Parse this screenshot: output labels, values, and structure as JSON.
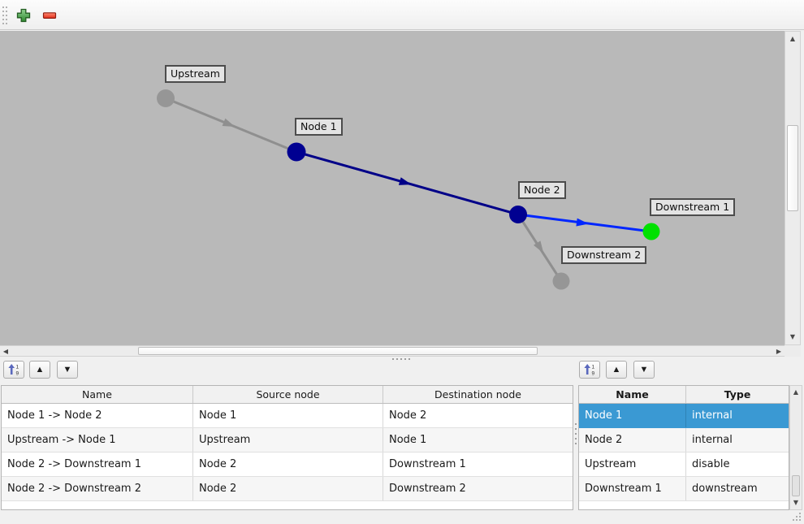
{
  "toolbar": {
    "add_icon": "plus",
    "remove_icon": "minus"
  },
  "icons": {
    "up_arrow": "▲",
    "down_arrow": "▼",
    "left_arrow": "◀",
    "right_arrow": "▶",
    "sort_top_digit": "1",
    "sort_bottom_digit": "9"
  },
  "graph": {
    "background": "#b9b9b9",
    "nodes": [
      {
        "label": "Upstream",
        "color": "#969696"
      },
      {
        "label": "Node 1",
        "color": "#000091"
      },
      {
        "label": "Node 2",
        "color": "#000091"
      },
      {
        "label": "Downstream 1",
        "color": "#00e100"
      },
      {
        "label": "Downstream 2",
        "color": "#969696"
      }
    ],
    "edges": [
      {
        "from": "Upstream",
        "to": "Node 1",
        "color": "#8f8f8f"
      },
      {
        "from": "Node 1",
        "to": "Node 2",
        "color": "#000088"
      },
      {
        "from": "Node 2",
        "to": "Downstream 1",
        "color": "#0026ff"
      },
      {
        "from": "Node 2",
        "to": "Downstream 2",
        "color": "#8f8f8f"
      }
    ]
  },
  "edges_table": {
    "headers": [
      "Name",
      "Source node",
      "Destination node"
    ],
    "rows": [
      {
        "name": "Node 1 -> Node 2",
        "source": "Node 1",
        "destination": "Node 2"
      },
      {
        "name": "Upstream -> Node 1",
        "source": "Upstream",
        "destination": "Node 1"
      },
      {
        "name": "Node 2 -> Downstream 1",
        "source": "Node 2",
        "destination": "Downstream 1"
      },
      {
        "name": "Node 2 -> Downstream 2",
        "source": "Node 2",
        "destination": "Downstream 2"
      }
    ]
  },
  "nodes_table": {
    "headers": [
      "Name",
      "Type"
    ],
    "rows": [
      {
        "name": "Node 1",
        "type": "internal"
      },
      {
        "name": "Node 2",
        "type": "internal"
      },
      {
        "name": "Upstream",
        "type": "disable"
      },
      {
        "name": "Downstream 1",
        "type": "downstream"
      }
    ],
    "selected_row": "Node 1",
    "selection_color": "#3a99d3"
  }
}
